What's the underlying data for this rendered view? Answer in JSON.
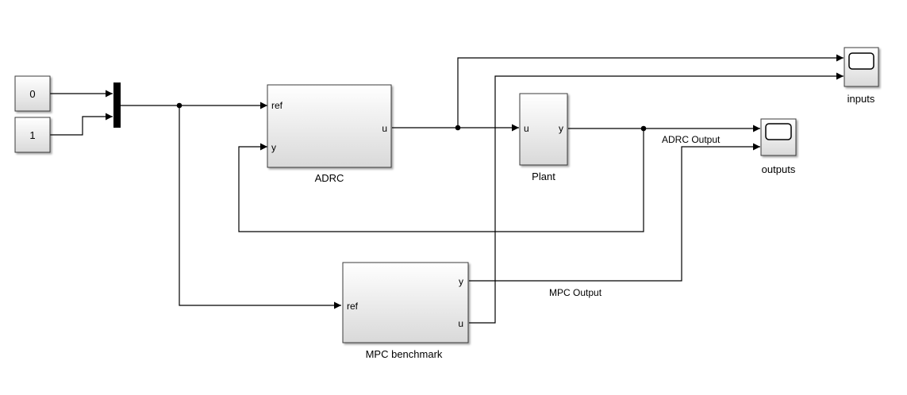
{
  "blocks": {
    "const0": {
      "value": "0"
    },
    "const1": {
      "value": "1"
    },
    "adrc": {
      "name": "ADRC",
      "in_ref": "ref",
      "in_y": "y",
      "out_u": "u"
    },
    "plant": {
      "name": "Plant",
      "in_u": "u",
      "out_y": "y"
    },
    "mpc": {
      "name": "MPC benchmark",
      "in_ref": "ref",
      "out_y": "y",
      "out_u": "u"
    },
    "scope_inputs": {
      "name": "inputs"
    },
    "scope_outputs": {
      "name": "outputs"
    }
  },
  "signals": {
    "adrc_output": "ADRC Output",
    "mpc_output": "MPC Output"
  },
  "colors": {
    "block_top": "#ffffff",
    "block_bottom": "#d9d9d9",
    "wire": "#000000",
    "mux_bar": "#000000"
  }
}
